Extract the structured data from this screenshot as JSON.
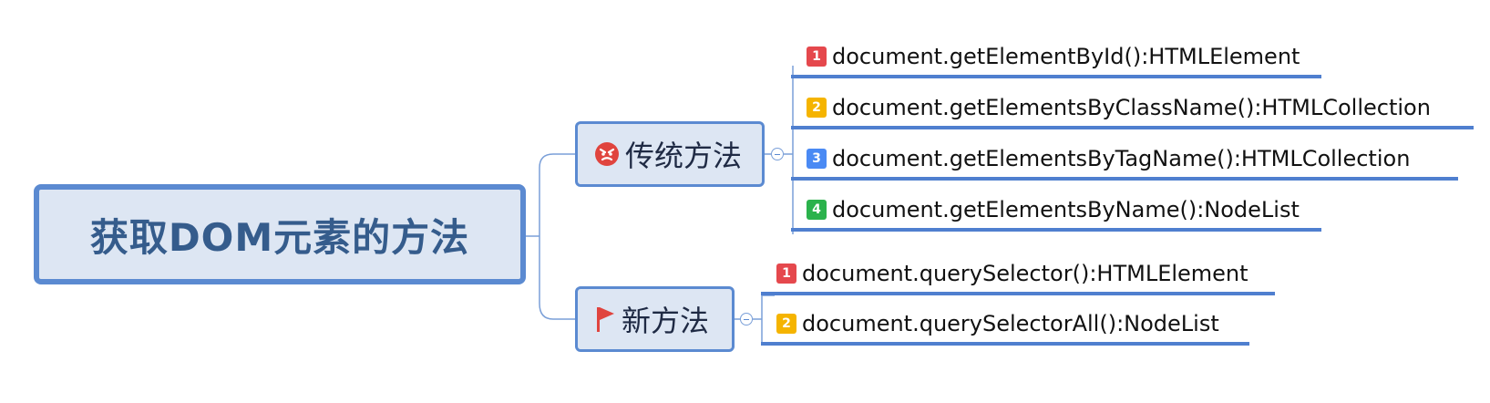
{
  "root": {
    "label": "获取DOM元素的方法"
  },
  "branches": [
    {
      "label": "传统方法",
      "icon": "angry-face-icon",
      "items": [
        {
          "number": "1",
          "badge_color": "#e5484d",
          "text": "document.getElementById():HTMLElement"
        },
        {
          "number": "2",
          "badge_color": "#f5b400",
          "text": "document.getElementsByClassName():HTMLCollection"
        },
        {
          "number": "3",
          "badge_color": "#4a8af4",
          "text": "document.getElementsByTagName():HTMLCollection"
        },
        {
          "number": "4",
          "badge_color": "#2bb24c",
          "text": "document.getElementsByName():NodeList"
        }
      ]
    },
    {
      "label": "新方法",
      "icon": "red-flag-icon",
      "items": [
        {
          "number": "1",
          "badge_color": "#e5484d",
          "text": "document.querySelector():HTMLElement"
        },
        {
          "number": "2",
          "badge_color": "#f5b400",
          "text": "document.querySelectorAll():NodeList"
        }
      ]
    }
  ],
  "colors": {
    "node_border": "#5b8ad1",
    "node_fill": "#dde6f3",
    "root_text": "#355c8c",
    "connector": "#7a9fd8",
    "underline": "#4f7fcf"
  }
}
